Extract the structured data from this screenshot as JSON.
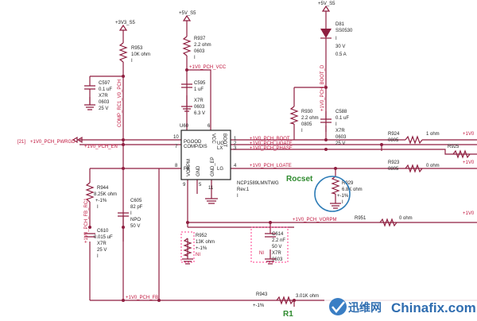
{
  "nets": {
    "v33": "+3V3_S5",
    "v5a": "+5V_S5",
    "v5b": "+5V_S5",
    "vcc": "+1V0_PCH_VCC",
    "pwrgd_ref": "[21]",
    "pwrgd": "+1V0_PCH_PWRGD",
    "en": "+1V0_PCH_EN",
    "boot": "+1V0_PCH_BOOT",
    "ugate": "+1V0_PCH_UGATE",
    "phase": "+1V0_PCH_PHASE",
    "lgate": "+1V0_PCH_LGATE",
    "vorpm": "+1V0_PCH_VORPM",
    "fb": "+1V0_PCH_FB",
    "fb_rc1": "+1V0_PCH_FB_RC1",
    "comp_rc1": "COMP_RC1_V0_PCH",
    "boot_d": "+1V0_PCH_BOOT_D",
    "out1": "+1V0",
    "out2": "+1V0",
    "out3": "+1V0"
  },
  "components": {
    "r953": [
      "R953",
      "10K ohm",
      "I"
    ],
    "r937": [
      "R937",
      "2.2 ohm",
      "0603",
      "I"
    ],
    "d81": [
      "D81",
      "SS0530",
      "I",
      "30 V",
      "0.5 A"
    ],
    "c597": [
      "C597",
      "0.1 uF",
      "X7R",
      "0603",
      "25 V"
    ],
    "c595": [
      "C595",
      "1 uF",
      "X7R",
      "0603",
      "6.3 V"
    ],
    "r930": [
      "R930",
      "2.2 ohm",
      "0805",
      "I"
    ],
    "c588": [
      "C588",
      "0.1 uF",
      "I",
      "X7R",
      "0603",
      "25 V"
    ],
    "r924": [
      "R924",
      "0805",
      "1 ohm"
    ],
    "r925": [
      "R925"
    ],
    "r923": [
      "R923",
      "0805",
      "0 ohm"
    ],
    "r929": [
      "R929",
      "6.8K ohm",
      "+-1%",
      "I"
    ],
    "r944": [
      "R944",
      "8.25K ohm",
      "+-1%",
      "I"
    ],
    "c605": [
      "C605",
      "82 pF",
      "I",
      "NPO",
      "50 V"
    ],
    "c610": [
      "C610",
      "0.015 uF",
      "X7R",
      "25 V",
      "I"
    ],
    "r952": [
      "R952",
      "13K ohm",
      "+-1%",
      "NI"
    ],
    "c614": [
      "C614",
      "2.2 nF",
      "50 V",
      "NI",
      "X7R",
      "0603"
    ],
    "r951": [
      "R951",
      "0 ohm"
    ],
    "r943": [
      "R943",
      "+-1%",
      "3.01K ohm"
    ]
  },
  "ic": {
    "ref": "U60",
    "part": "NCP1589LMNTWG",
    "rev": "Rev.1",
    "inst": "I",
    "pins_left": [
      "PGOOD",
      "COMP/DIS",
      "FB"
    ],
    "pins_top": [
      "VCC",
      "BOOT"
    ],
    "pins_right": [
      "UG",
      "LX",
      "LG"
    ],
    "pins_bottom": [
      "VORPM",
      "GND",
      "GND_EP"
    ],
    "pin_numbers": [
      "10",
      "7",
      "8",
      "6",
      "1",
      "2",
      "3",
      "4",
      "9",
      "5",
      "11"
    ]
  },
  "annotations": {
    "rocset": "Rocset",
    "r1": "R1"
  },
  "watermark": {
    "cn": "迅维网",
    "en": "Chinafix.com"
  }
}
